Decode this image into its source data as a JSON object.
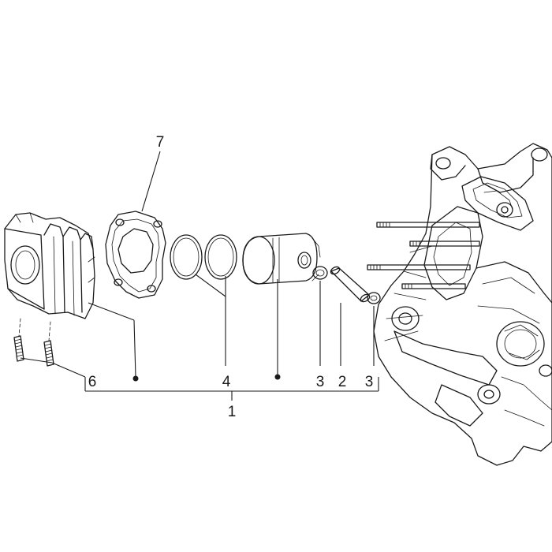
{
  "callouts": {
    "head_gasket": "7",
    "assembly": "1",
    "studs": "6",
    "piston_rings": "4",
    "clip_left": "3",
    "piston_pin": "2",
    "clip_right": "3"
  },
  "colors": {
    "line": "#1a1a1a",
    "background": "#ffffff"
  }
}
